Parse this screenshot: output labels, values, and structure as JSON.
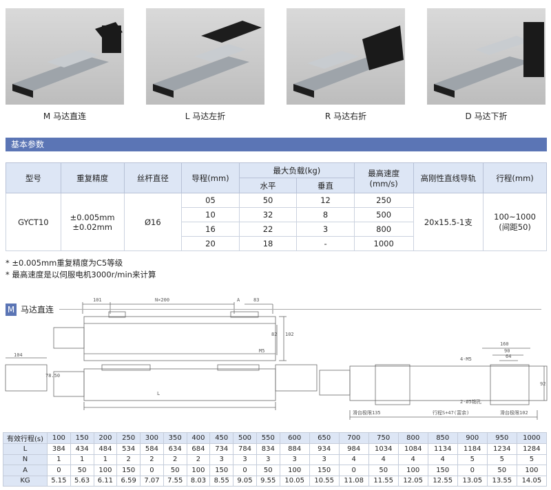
{
  "photos": [
    {
      "caption": "M 马达直连"
    },
    {
      "caption": "L 马达左折"
    },
    {
      "caption": "R 马达右折"
    },
    {
      "caption": "D 马达下折"
    }
  ],
  "section_title": "基本参数",
  "params": {
    "headers": {
      "model": "型号",
      "repeat": "重复精度",
      "screw": "丝杆直径",
      "lead": "导程(mm)",
      "max_load": "最大负载(kg)",
      "horizontal": "水平",
      "vertical": "垂直",
      "max_speed": "最高速度\n(mm/s)",
      "rail": "高刚性直线导轨",
      "stroke": "行程(mm)"
    },
    "model": "GYCT10",
    "repeat_1": "±0.005mm",
    "repeat_2": "±0.02mm",
    "screw": "Ø16",
    "rail": "20x15.5-1支",
    "stroke_1": "100~1000",
    "stroke_2": "(间距50)",
    "rows": [
      {
        "lead": "05",
        "horizontal": "50",
        "vertical": "12",
        "speed": "250"
      },
      {
        "lead": "10",
        "horizontal": "32",
        "vertical": "8",
        "speed": "500"
      },
      {
        "lead": "16",
        "horizontal": "22",
        "vertical": "3",
        "speed": "800"
      },
      {
        "lead": "20",
        "horizontal": "18",
        "vertical": "-",
        "speed": "1000"
      }
    ]
  },
  "notes": [
    "* ±0.005mm重复精度为C5等级",
    "* 最高速度是以伺服电机3000r/min来计算"
  ],
  "m_section": {
    "badge": "M",
    "title": "马达直连"
  },
  "drawing_labels": {
    "d101": "101",
    "n200": "N×200",
    "a": "A",
    "d83": "83",
    "d82": "82",
    "d102": "102",
    "m5": "M5",
    "d104": "104",
    "d7850": "78.50",
    "l": "L",
    "d160": "160",
    "d90": "90",
    "d64": "64",
    "m5b": "4-M5",
    "hole": "2-Ø5销孔",
    "slide_limit": "滑台极限135",
    "stroke_label": "行程S+47(富余)",
    "slide_limit2": "滑台极限102",
    "d92": "92"
  },
  "strokes": {
    "header_label": "有效行程(s)",
    "values": [
      "100",
      "150",
      "200",
      "250",
      "300",
      "350",
      "400",
      "450",
      "500",
      "550",
      "600",
      "650",
      "700",
      "750",
      "800",
      "850",
      "900",
      "950",
      "1000"
    ],
    "rows": [
      {
        "label": "L",
        "values": [
          "384",
          "434",
          "484",
          "534",
          "584",
          "634",
          "684",
          "734",
          "784",
          "834",
          "884",
          "934",
          "984",
          "1034",
          "1084",
          "1134",
          "1184",
          "1234",
          "1284"
        ]
      },
      {
        "label": "N",
        "values": [
          "1",
          "1",
          "1",
          "2",
          "2",
          "2",
          "2",
          "3",
          "3",
          "3",
          "3",
          "3",
          "4",
          "4",
          "4",
          "4",
          "5",
          "5",
          "5"
        ]
      },
      {
        "label": "A",
        "values": [
          "0",
          "50",
          "100",
          "150",
          "0",
          "50",
          "100",
          "150",
          "0",
          "50",
          "100",
          "150",
          "0",
          "50",
          "100",
          "150",
          "0",
          "50",
          "100"
        ]
      },
      {
        "label": "KG",
        "values": [
          "5.15",
          "5.63",
          "6.11",
          "6.59",
          "7.07",
          "7.55",
          "8.03",
          "8.55",
          "9.05",
          "9.55",
          "10.05",
          "10.55",
          "11.08",
          "11.55",
          "12.05",
          "12.55",
          "13.05",
          "13.55",
          "14.05"
        ]
      }
    ]
  }
}
